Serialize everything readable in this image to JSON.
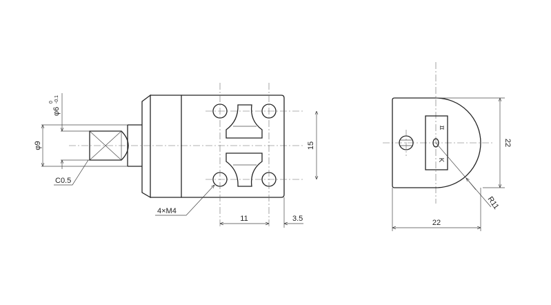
{
  "drawing": {
    "front_view": {
      "dim_shaft_dia": "φ9",
      "dim_tip_dia": "φ6",
      "dim_tip_tol_upper": "0",
      "dim_tip_tol_lower": "-0.1",
      "chamfer": "C0.5",
      "tapped_holes": "4×M4",
      "dim_hole_pitch_h": "11",
      "dim_edge_offset": "3.5",
      "dim_hole_pitch_v": "15"
    },
    "side_view": {
      "dim_height": "22",
      "dim_width": "22",
      "radius": "R11"
    }
  }
}
